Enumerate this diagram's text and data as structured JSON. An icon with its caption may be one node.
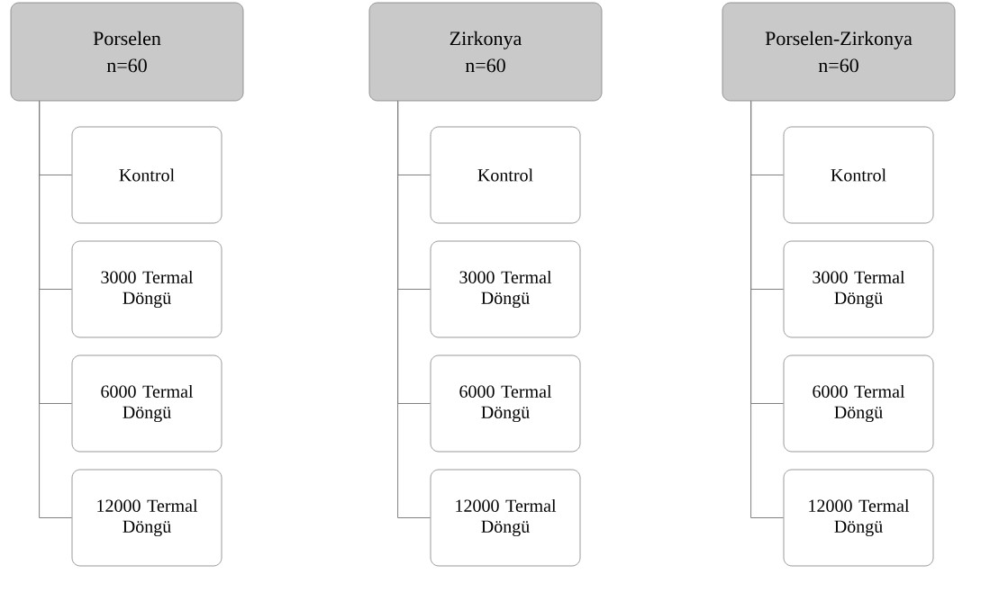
{
  "diagram": {
    "nodes": [
      {
        "text": [
          "Porselen",
          "n=60"
        ]
      },
      {
        "text": [
          "Kontrol"
        ]
      },
      {
        "text": [
          "3000 Termal Döngü"
        ]
      },
      {
        "text": [
          "6000 Termal Döngü"
        ]
      },
      {
        "text": [
          "12000 Termal Döngü"
        ]
      },
      {
        "text": [
          "Zirkonya",
          "n=60"
        ]
      },
      {
        "text": [
          "Kontrol"
        ]
      },
      {
        "text": [
          "3000 Termal Döngü"
        ]
      },
      {
        "text": [
          "6000 Termal Döngü"
        ]
      },
      {
        "text": [
          "12000 Termal Döngü"
        ]
      },
      {
        "text": [
          "Porselen-Zirkonya",
          "n=60"
        ]
      },
      {
        "text": [
          "Kontrol"
        ]
      },
      {
        "text": [
          "3000 Termal Döngü"
        ]
      },
      {
        "text": [
          "6000 Termal Döngü"
        ]
      },
      {
        "text": [
          "12000 Termal Döngü"
        ]
      }
    ],
    "edges": [
      {
        "from": 0,
        "to": 1,
        "arrow": "none"
      },
      {
        "from": 0,
        "to": 2,
        "arrow": "none"
      },
      {
        "from": 0,
        "to": 3,
        "arrow": "none"
      },
      {
        "from": 0,
        "to": 4,
        "arrow": "none"
      },
      {
        "from": 5,
        "to": 6,
        "arrow": "none"
      },
      {
        "from": 5,
        "to": 7,
        "arrow": "none"
      },
      {
        "from": 5,
        "to": 8,
        "arrow": "none"
      },
      {
        "from": 5,
        "to": 9,
        "arrow": "none"
      },
      {
        "from": 10,
        "to": 11,
        "arrow": "none"
      },
      {
        "from": 10,
        "to": 12,
        "arrow": "none"
      },
      {
        "from": 10,
        "to": 13,
        "arrow": "none"
      },
      {
        "from": 10,
        "to": 14,
        "arrow": "none"
      }
    ]
  }
}
